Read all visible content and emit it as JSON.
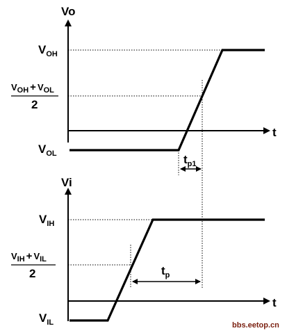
{
  "top": {
    "axis_y": "Vo",
    "axis_x": "t",
    "voh": {
      "main": "V",
      "sub": "OH"
    },
    "vol": {
      "main": "V",
      "sub": "OL"
    },
    "mid_num": {
      "a": "V",
      "a_sub": "OH",
      "op": "+",
      "b": "V",
      "b_sub": "OL"
    },
    "mid_den": "2",
    "tp1": {
      "main": "t",
      "sub": "p1"
    }
  },
  "bottom": {
    "axis_y": "Vi",
    "axis_x": "t",
    "vih": {
      "main": "V",
      "sub": "IH"
    },
    "vil": {
      "main": "V",
      "sub": "IL"
    },
    "mid_num": {
      "a": "V",
      "a_sub": "IH",
      "op": "+",
      "b": "V",
      "b_sub": "IL"
    },
    "mid_den": "2",
    "tp": {
      "main": "t",
      "sub": "p"
    }
  },
  "watermark": "bbs.eetop.cn"
}
